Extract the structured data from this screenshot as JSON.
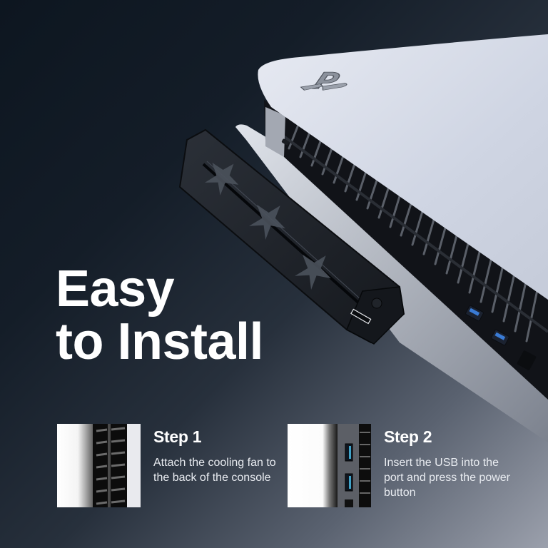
{
  "headline": {
    "line1": "Easy",
    "line2": "to Install"
  },
  "steps": [
    {
      "title": "Step 1",
      "description": "Attach the cooling fan to the back of the console",
      "thumbnail": "console-vent-closeup"
    },
    {
      "title": "Step 2",
      "description": "Insert the USB into the port and press the power button",
      "thumbnail": "console-usb-ports-closeup"
    }
  ],
  "product": {
    "console_logo": "playstation-logo-icon",
    "accessory": "cooling-fan-icon",
    "ports": [
      "usb-port-icon",
      "usb-port-icon",
      "power-port-icon"
    ]
  },
  "colors": {
    "background_dark": "#0d1620",
    "background_light": "#9ba0ac",
    "console_white": "#d4d9e6",
    "vent_black": "#111318",
    "text": "#ffffff",
    "usb_blue": "#3a7bd5"
  }
}
